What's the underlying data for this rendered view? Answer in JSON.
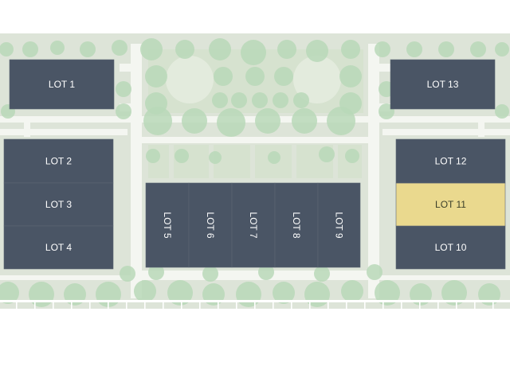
{
  "colors": {
    "background": "#ffffff",
    "ground": "#dde4d8",
    "lawn": "#d6e2cf",
    "path": "#f4f6f1",
    "tree": "#b9d8b9",
    "fence": "#ffffff",
    "lot": "#4a5565",
    "lot_highlight": "#ead98e",
    "label": "#ffffff",
    "label_highlight": "#3b3f2a"
  },
  "lots": [
    {
      "id": "lot-1",
      "label": "LOT 1",
      "highlighted": false,
      "vertical": false
    },
    {
      "id": "lot-2",
      "label": "LOT 2",
      "highlighted": false,
      "vertical": false
    },
    {
      "id": "lot-3",
      "label": "LOT 3",
      "highlighted": false,
      "vertical": false
    },
    {
      "id": "lot-4",
      "label": "LOT 4",
      "highlighted": false,
      "vertical": false
    },
    {
      "id": "lot-5",
      "label": "LOT 5",
      "highlighted": false,
      "vertical": true
    },
    {
      "id": "lot-6",
      "label": "LOT 6",
      "highlighted": false,
      "vertical": true
    },
    {
      "id": "lot-7",
      "label": "LOT 7",
      "highlighted": false,
      "vertical": true
    },
    {
      "id": "lot-8",
      "label": "LOT 8",
      "highlighted": false,
      "vertical": true
    },
    {
      "id": "lot-9",
      "label": "LOT 9",
      "highlighted": false,
      "vertical": true
    },
    {
      "id": "lot-10",
      "label": "LOT 10",
      "highlighted": false,
      "vertical": false
    },
    {
      "id": "lot-11",
      "label": "LOT 11",
      "highlighted": true,
      "vertical": false
    },
    {
      "id": "lot-12",
      "label": "LOT 12",
      "highlighted": false,
      "vertical": false
    },
    {
      "id": "lot-13",
      "label": "LOT 13",
      "highlighted": false,
      "vertical": false
    }
  ]
}
